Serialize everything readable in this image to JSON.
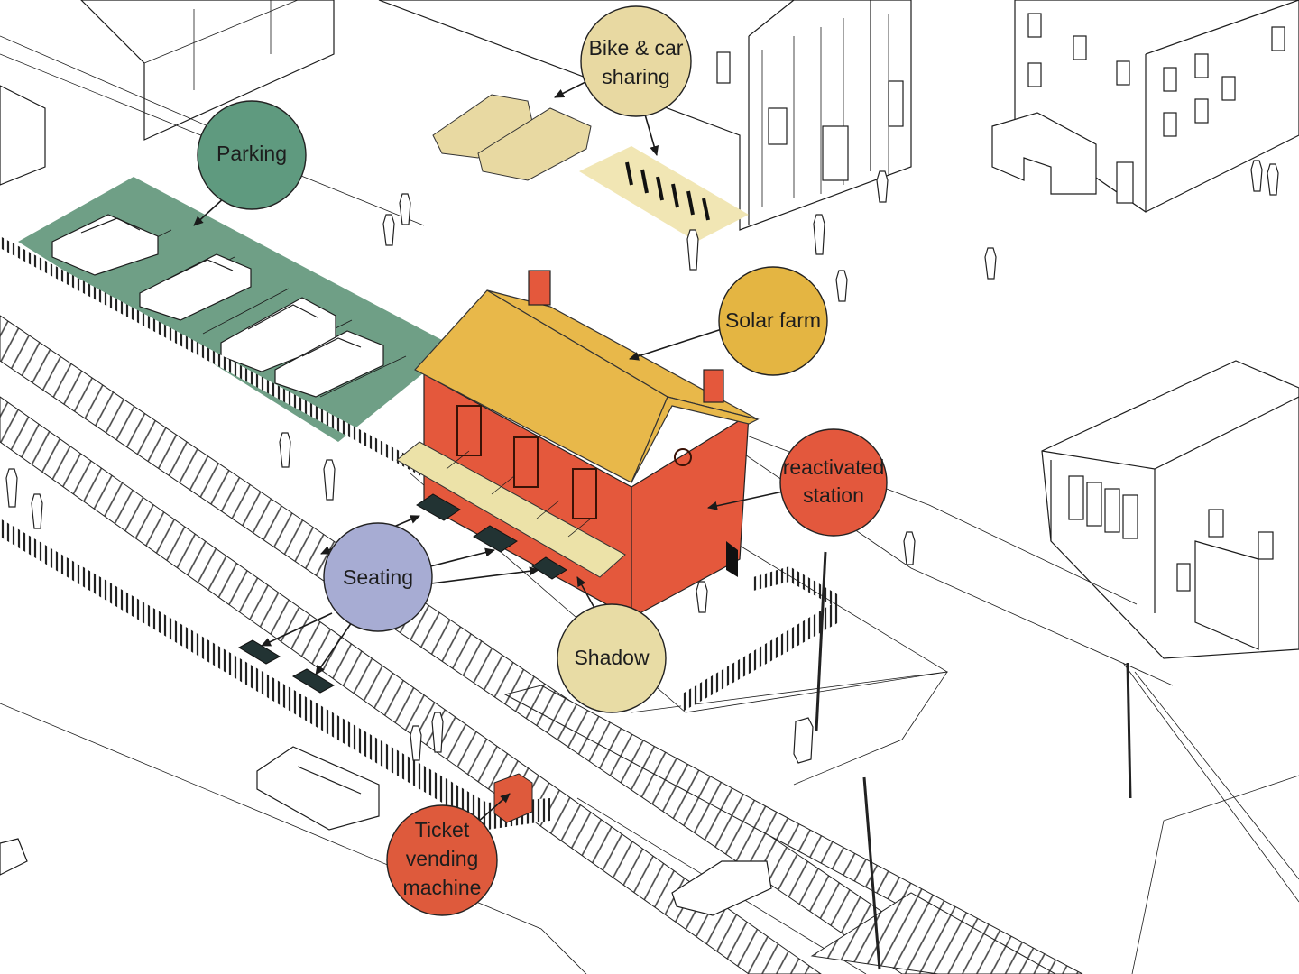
{
  "labels": {
    "parking": "Parking",
    "sharing_line1": "Bike & car",
    "sharing_line2": "sharing",
    "solar": "Solar farm",
    "station_line1": "reactivated",
    "station_line2": "station",
    "seating": "Seating",
    "shadow": "Shadow",
    "ticket_line1": "Ticket",
    "ticket_line2": "vending",
    "ticket_line3": "machine"
  },
  "colors": {
    "parking": "#5f9a7f",
    "parking_area": "#6f9f86",
    "sharing": "#e8d9a2",
    "sharing_area": "#f1e6b4",
    "solar": "#e4b542",
    "roof": "#e8b84a",
    "station": "#e3583d",
    "station_wall": "#e4583c",
    "seating": "#a7acd3",
    "shadow": "#e8dca5",
    "canopy": "#ece2a8",
    "ticket": "#de5a3c"
  }
}
